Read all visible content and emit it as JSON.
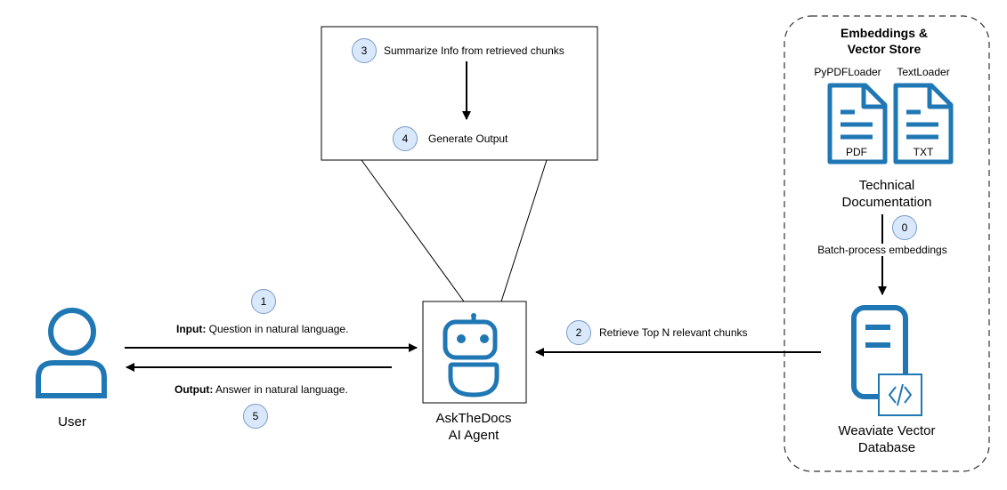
{
  "colors": {
    "icon_blue": "#1f77b4",
    "step_fill": "#dae8fc",
    "step_stroke": "#7a9cc6",
    "line": "#000000"
  },
  "process_box": {
    "step3": {
      "number": "3",
      "label": "Summarize Info from retrieved chunks"
    },
    "step4": {
      "number": "4",
      "label": "Generate Output"
    }
  },
  "user": {
    "label": "User",
    "icon": "user-icon"
  },
  "agent": {
    "line1": "AskTheDocs",
    "line2": "AI Agent",
    "icon": "robot-icon"
  },
  "input_flow": {
    "number": "1",
    "bold": "Input:",
    "text": " Question in natural language."
  },
  "output_flow": {
    "number": "5",
    "bold": "Output:",
    "text": " Answer in natural language."
  },
  "retrieve_flow": {
    "number": "2",
    "label": "Retrieve Top N relevant chunks"
  },
  "vector_store_group": {
    "title_line1": "Embeddings &",
    "title_line2": "Vector Store",
    "pdf_loader": "PyPDFLoader",
    "text_loader": "TextLoader",
    "pdf_doc_label": "PDF",
    "txt_doc_label": "TXT",
    "doc_caption_line1": "Technical",
    "doc_caption_line2": "Documentation",
    "batch_number": "0",
    "batch_label": "Batch-process embeddings",
    "db_line1": "Weaviate Vector",
    "db_line2": "Database",
    "db_icon": "database-server-icon",
    "code_icon": "code-icon"
  }
}
